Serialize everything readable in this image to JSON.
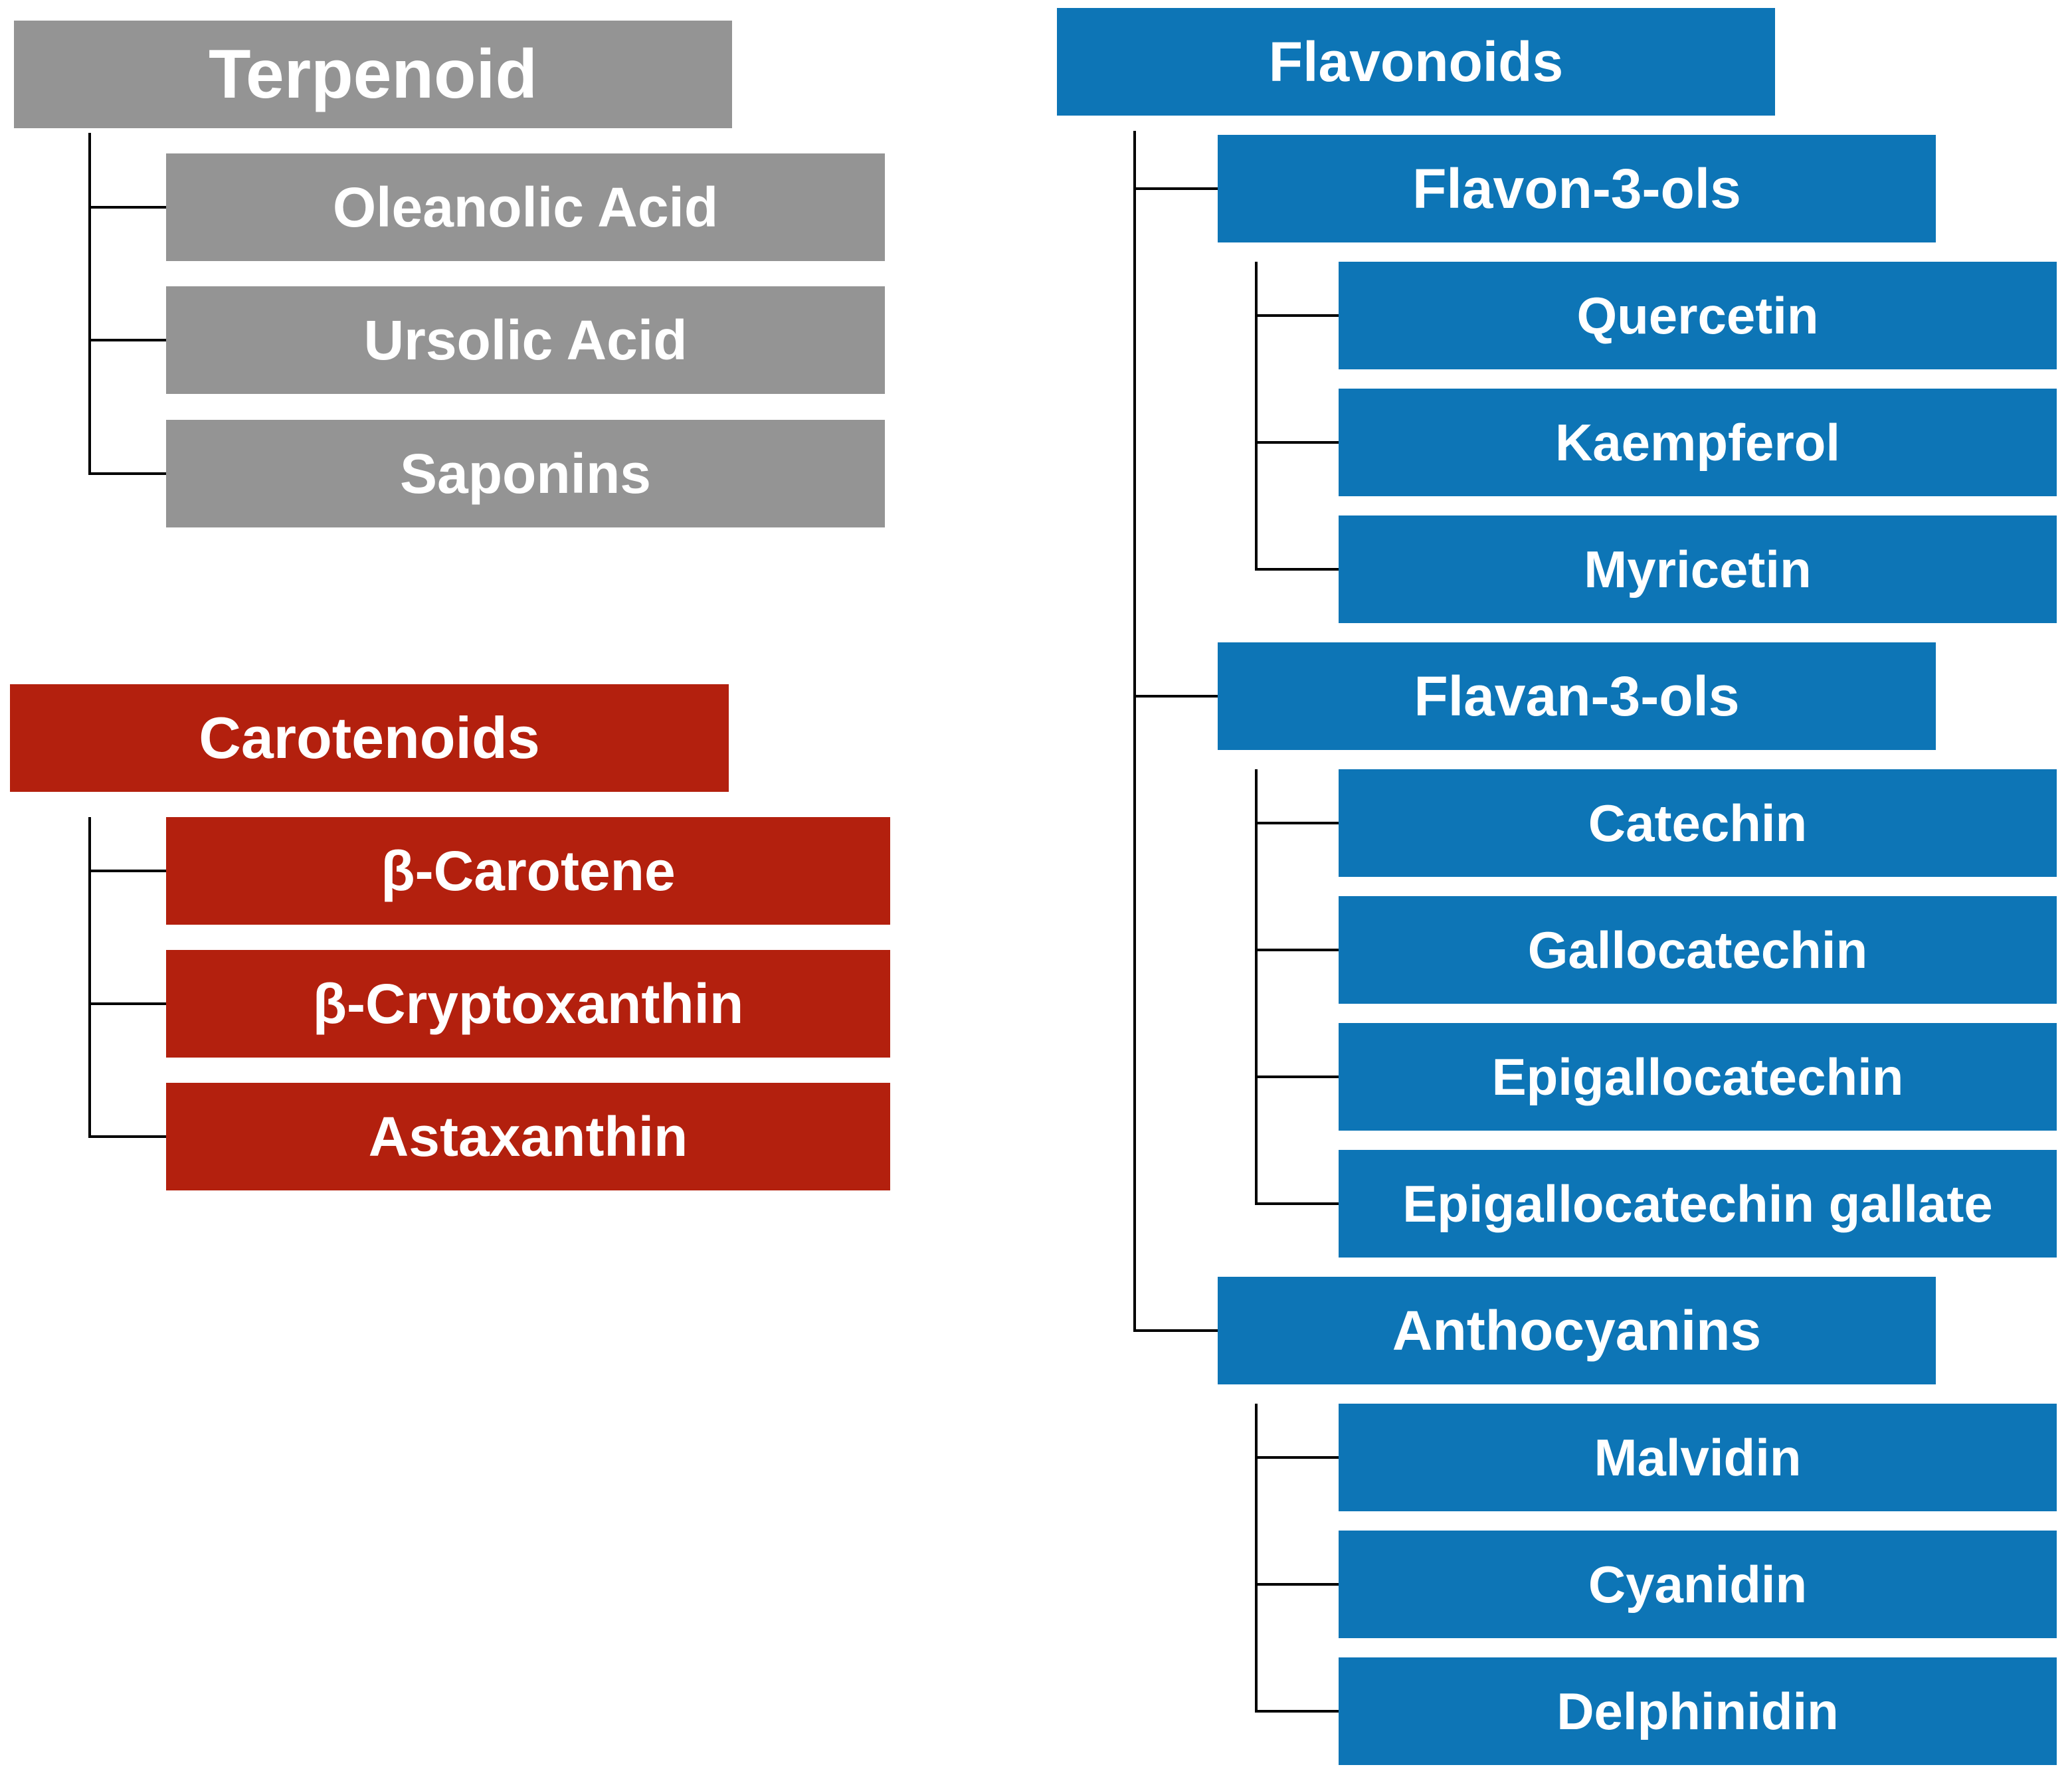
{
  "canvas": {
    "background": "#ffffff",
    "line_color": "#000000"
  },
  "trees": [
    {
      "name": "terpenoid",
      "color": "#949494",
      "root": "Terpenoid",
      "children": [
        {
          "label": "Oleanolic Acid"
        },
        {
          "label": "Ursolic Acid"
        },
        {
          "label": "Saponins"
        }
      ]
    },
    {
      "name": "carotenoids",
      "color": "#b3200e",
      "root": "Carotenoids",
      "children": [
        {
          "label": "β-Carotene"
        },
        {
          "label": "β-Cryptoxanthin"
        },
        {
          "label": "Astaxanthin"
        }
      ]
    },
    {
      "name": "flavonoids",
      "color": "#0d75b6",
      "root": "Flavonoids",
      "children": [
        {
          "label": "Flavon-3-ols",
          "children": [
            {
              "label": "Quercetin"
            },
            {
              "label": "Kaempferol"
            },
            {
              "label": "Myricetin"
            }
          ]
        },
        {
          "label": "Flavan-3-ols",
          "children": [
            {
              "label": "Catechin"
            },
            {
              "label": "Gallocatechin"
            },
            {
              "label": "Epigallocatechin"
            },
            {
              "label": "Epigallocatechin gallate"
            }
          ]
        },
        {
          "label": "Anthocyanins",
          "children": [
            {
              "label": "Malvidin"
            },
            {
              "label": "Cyanidin"
            },
            {
              "label": "Delphinidin"
            }
          ]
        }
      ]
    }
  ]
}
